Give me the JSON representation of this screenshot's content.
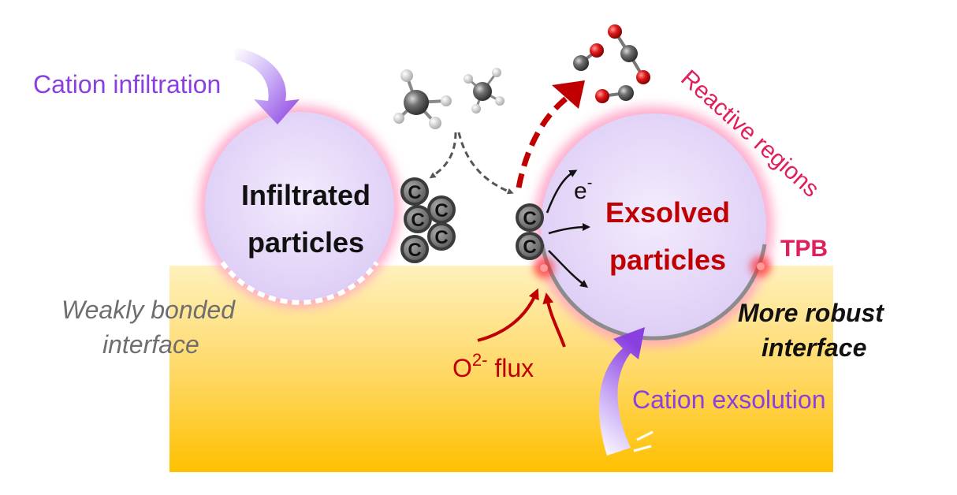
{
  "labels": {
    "cation_infiltration": "Cation infiltration",
    "infiltrated_line1": "Infiltrated",
    "infiltrated_line2": "particles",
    "weakly_line1": "Weakly bonded",
    "weakly_line2": "interface",
    "exsolved_line1": "Exsolved",
    "exsolved_line2": "particles",
    "reactive_regions": "Reactive regions",
    "tpb": "TPB",
    "robust_line1": "More robust",
    "robust_line2": "interface",
    "o2_base": "O",
    "o2_sup": "2-",
    "o2_flux": " flux",
    "electron_base": "e",
    "electron_sup": "-",
    "cation_exsolution": "Cation exsolution",
    "carbon": "C"
  },
  "colors": {
    "purple_text": "#8a3fe0",
    "red_text": "#c00000",
    "pink_text": "#e0205a",
    "grey_text": "#6e6e6e",
    "particle_fill": "#e2d4f7",
    "substrate_top": "#fff0b8",
    "substrate_bottom": "#ffc000",
    "carbon_fill": "#6b6b6b"
  }
}
